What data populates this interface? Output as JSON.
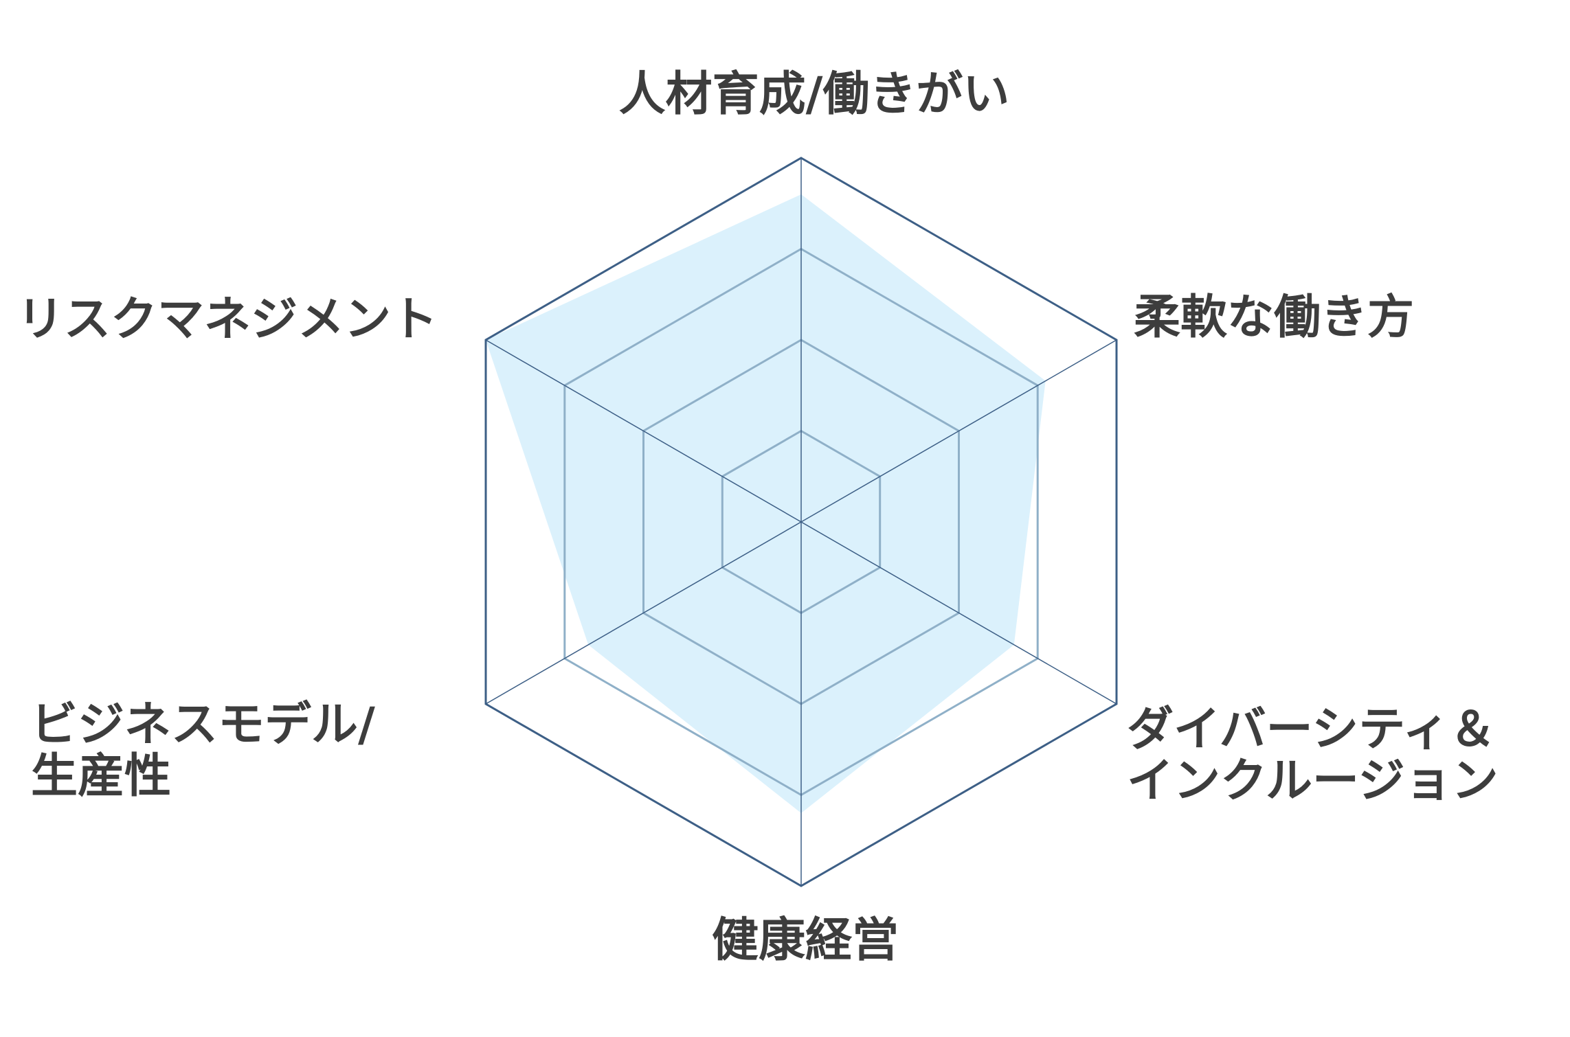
{
  "chart_data": {
    "type": "radar",
    "title": "",
    "axes": [
      {
        "label_lines": [
          "人材育成/働きがい"
        ]
      },
      {
        "label_lines": [
          "柔軟な働き方"
        ]
      },
      {
        "label_lines": [
          "ダイバーシティ＆",
          "インクルージョン"
        ]
      },
      {
        "label_lines": [
          "健康経営"
        ]
      },
      {
        "label_lines": [
          "ビジネスモデル/",
          "生産性"
        ]
      },
      {
        "label_lines": [
          "リスクマネジメント"
        ]
      }
    ],
    "levels": 4,
    "range": [
      0,
      4
    ],
    "series": [
      {
        "values": [
          3.6,
          3.1,
          2.7,
          3.2,
          2.7,
          4.0
        ]
      }
    ],
    "colors": {
      "fill": "#dbf1fc",
      "outer_grid": "#3d5f86",
      "inner_grid": "#8fb0c8",
      "spoke": "#3d5f86",
      "label": "#3d3d3d"
    },
    "grid": true,
    "legend": "none"
  }
}
